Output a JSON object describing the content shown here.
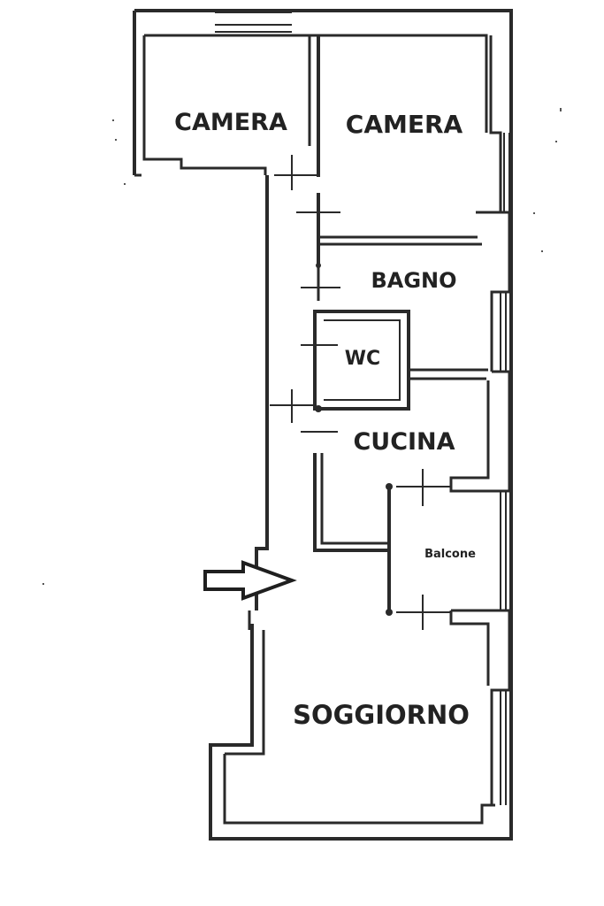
{
  "plan": {
    "rooms": [
      {
        "id": "camera-1",
        "label": "CAMERA"
      },
      {
        "id": "camera-2",
        "label": "CAMERA"
      },
      {
        "id": "bagno",
        "label": "BAGNO"
      },
      {
        "id": "wc",
        "label": "WC"
      },
      {
        "id": "cucina",
        "label": "CUCINA"
      },
      {
        "id": "balcone",
        "label": "Balcone"
      },
      {
        "id": "soggiorno",
        "label": "SOGGIORNO"
      }
    ],
    "entrance_marker": "entrance-arrow",
    "colors": {
      "wall": "#2a2a2a",
      "background": "#ffffff",
      "text": "#222222"
    }
  }
}
